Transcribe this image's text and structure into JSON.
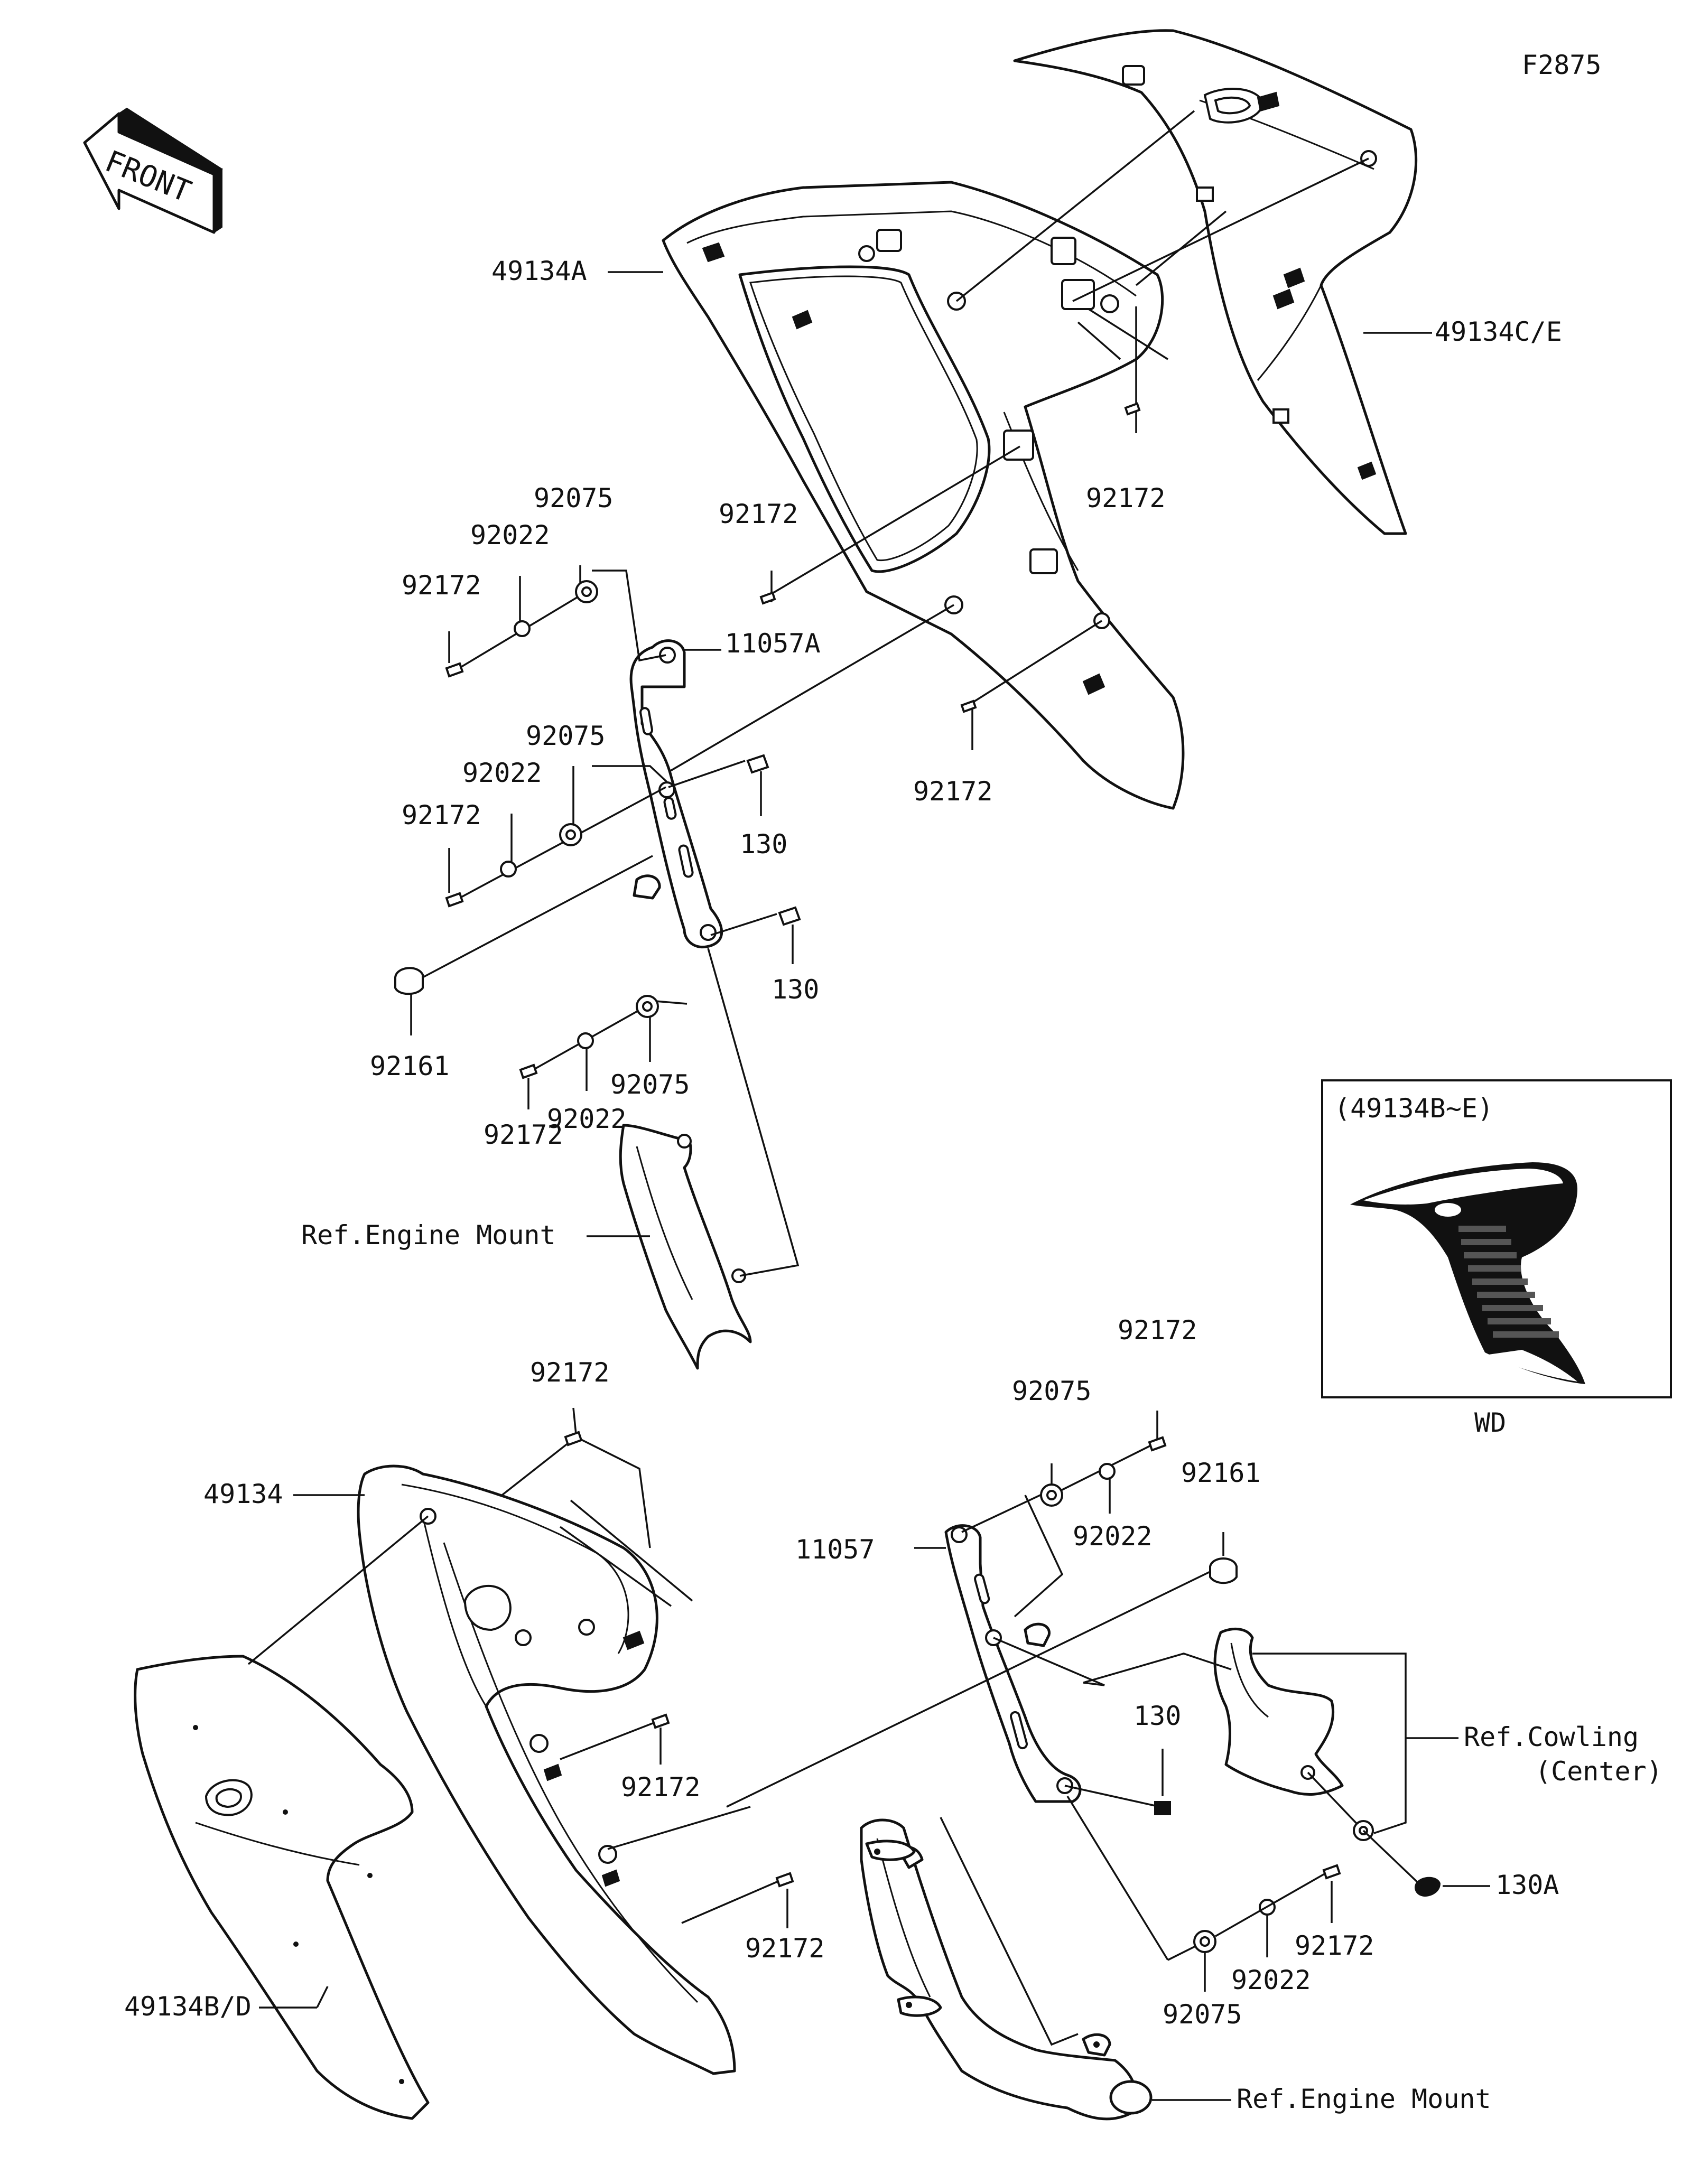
{
  "diagram_code": "F2875",
  "front_label": "FRONT",
  "inset": {
    "title": "(49134B~E)",
    "caption": "WD"
  },
  "callouts": {
    "c49134A": "49134A",
    "c49134CE": "49134C/E",
    "c92172_ur": "92172",
    "c92172_um": "92172",
    "c92172_um2": "92172",
    "c92075_1": "92075",
    "c92022_1": "92022",
    "c92172_1": "92172",
    "c11057A": "11057A",
    "c92075_2": "92075",
    "c92022_2": "92022",
    "c92172_2": "92172",
    "c130_1": "130",
    "c130_2": "130",
    "c92161_l": "92161",
    "c92075_3": "92075",
    "c92022_3": "92022",
    "c92172_3": "92172",
    "c_ref_engine_top": "Ref.Engine Mount",
    "c92172_lt": "92172",
    "c49134": "49134",
    "c92172_lm": "92172",
    "c92172_lb": "92172",
    "c49134BD": "49134B/D",
    "c92172_rt": "92172",
    "c92075_rt": "92075",
    "c92022_rt": "92022",
    "c11057": "11057",
    "c92161_r": "92161",
    "c130_r": "130",
    "c_ref_cowling_1": "Ref.Cowling",
    "c_ref_cowling_2": "(Center)",
    "c130A": "130A",
    "c92172_rb": "92172",
    "c92022_rb": "92022",
    "c92075_rb": "92075",
    "c_ref_engine_bottom": "Ref.Engine Mount"
  }
}
